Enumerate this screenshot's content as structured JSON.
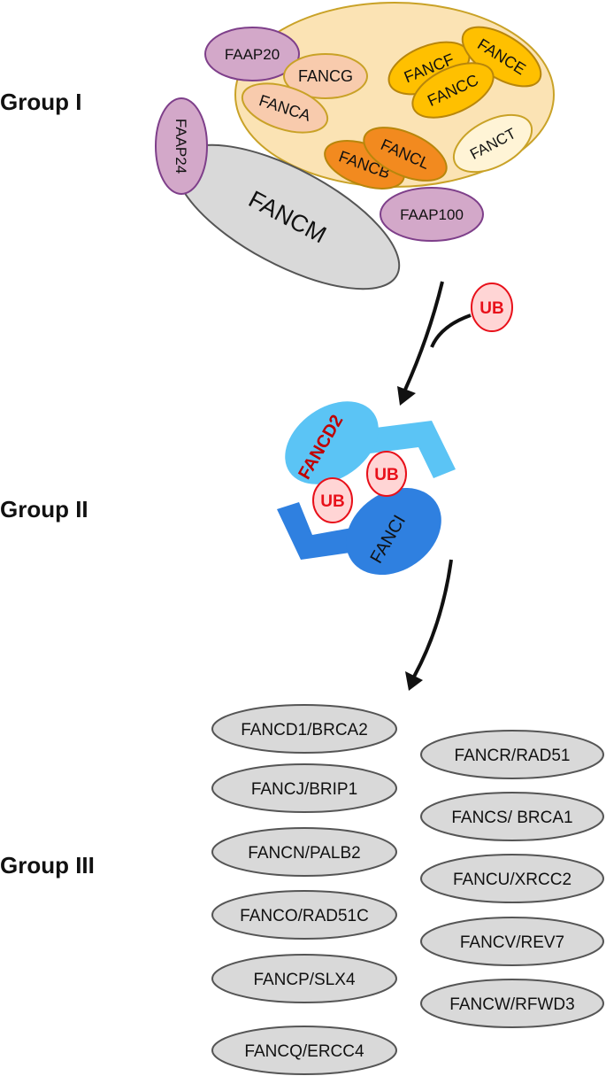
{
  "groups": {
    "group1": "Group I",
    "group2": "Group II",
    "group3": "Group III"
  },
  "group1": {
    "fancm": "FANCM",
    "faap24": "FAAP24",
    "faap20": "FAAP20",
    "fancg": "FANCG",
    "fanca": "FANCA",
    "fancf": "FANCF",
    "fance": "FANCE",
    "fancc": "FANCC",
    "fanct": "FANCT",
    "fancl": "FANCL",
    "fancb": "FANCB",
    "faap100": "FAAP100"
  },
  "ubiquitin": "UB",
  "group2": {
    "fancd2": "FANCD2",
    "fanci": "FANCI",
    "ub_upper": "UB",
    "ub_lower": "UB"
  },
  "group3": {
    "left": [
      "FANCD1/BRCA2",
      "FANCJ/BRIP1",
      "FANCN/PALB2",
      "FANCO/RAD51C",
      "FANCP/SLX4",
      "FANCQ/ERCC4"
    ],
    "right": [
      "FANCR/RAD51",
      "FANCS/ BRCA1",
      "FANCU/XRCC2",
      "FANCV/REV7",
      "FANCW/RFWD3"
    ]
  },
  "colors": {
    "core_complex": "#fbe3b4",
    "purple": "#d3a8c9",
    "salmon": "#f8cbad",
    "yellow": "#ffc000",
    "orange": "#f28a1f",
    "fancd2": "#5bc4f5",
    "fanci": "#2f80e0",
    "ub_fill": "#ffd5d5",
    "ub_stroke": "#e8101a",
    "grey": "#d9d9d9"
  }
}
